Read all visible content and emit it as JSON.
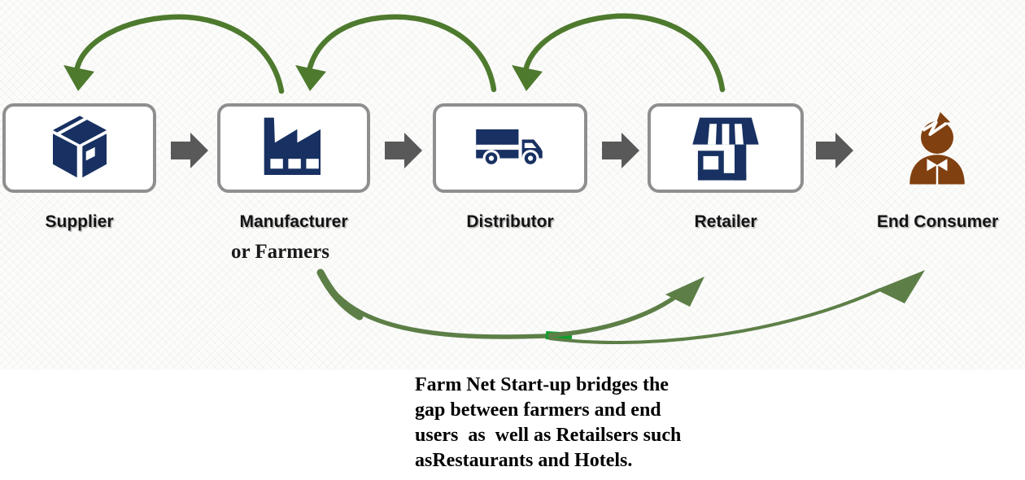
{
  "nodes": [
    {
      "label": "Supplier",
      "icon": "package-icon"
    },
    {
      "label": "Manufacturer",
      "sublabel": "or Farmers",
      "icon": "factory-icon"
    },
    {
      "label": "Distributor",
      "icon": "truck-icon"
    },
    {
      "label": "Retailer",
      "icon": "store-icon"
    },
    {
      "label": "End Consumer",
      "icon": "person-icon"
    }
  ],
  "flows": {
    "forward": [
      "Supplier to Manufacturer",
      "Manufacturer to Distributor",
      "Distributor to Retailer",
      "Retailer to End Consumer"
    ],
    "return_arcs": [
      "Manufacturer to Supplier",
      "Distributor to Manufacturer",
      "Retailer to Distributor"
    ],
    "bridge_arrows": [
      "Farmers to Retailer",
      "Farmers to End Consumer"
    ]
  },
  "annotation": {
    "lines": [
      "Farm Net Start-up bridges the",
      "gap between farmers and end",
      "users  as  well as Retailsers such",
      "asRestaurants and Hotels."
    ]
  },
  "colors": {
    "return_arrow_green": "#4e7a2e",
    "bridge_arrow_green": "#5d7f47",
    "junction_green": "#0aa02c",
    "icon_navy": "#183162",
    "consumer_brown": "#81400f",
    "forward_arrow_gray": "#595959",
    "box_border_gray": "#8f8f8f"
  }
}
